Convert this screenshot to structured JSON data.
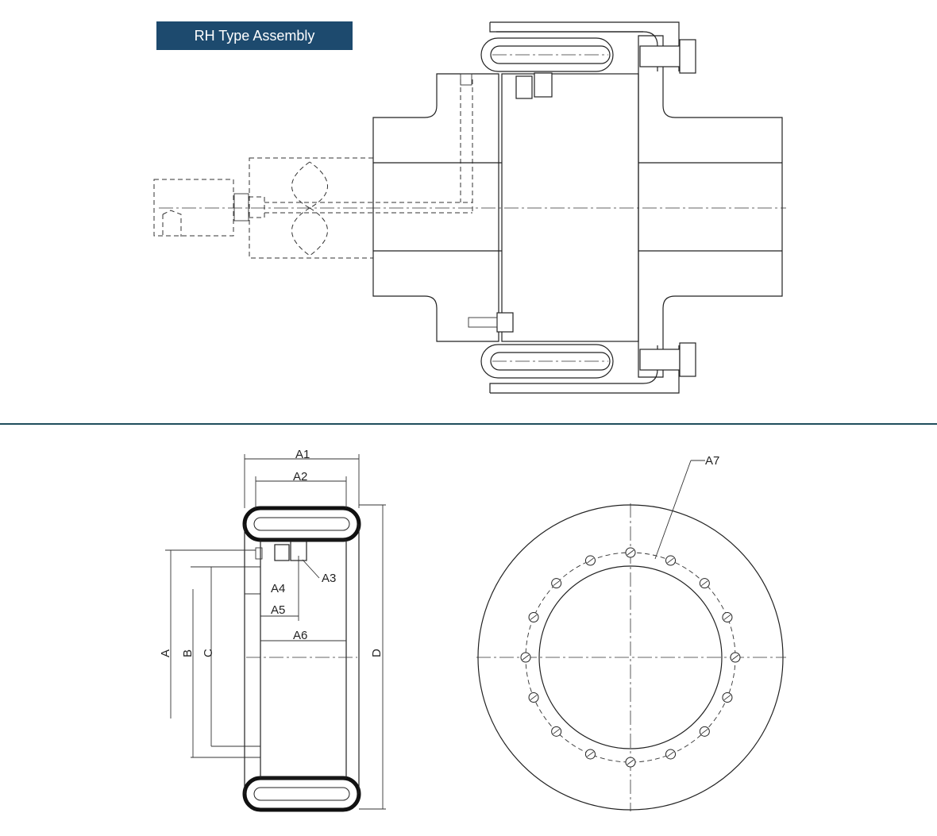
{
  "title": "RH Type Assembly",
  "dimension_labels": {
    "a1": "A1",
    "a2": "A2",
    "a3": "A3",
    "a4": "A4",
    "a5": "A5",
    "a6": "A6",
    "a7": "A7",
    "a": "A",
    "b": "B",
    "c": "C",
    "d": "D"
  },
  "colors": {
    "title_bg": "#1d4a6e",
    "divider": "#1f4e5c"
  }
}
